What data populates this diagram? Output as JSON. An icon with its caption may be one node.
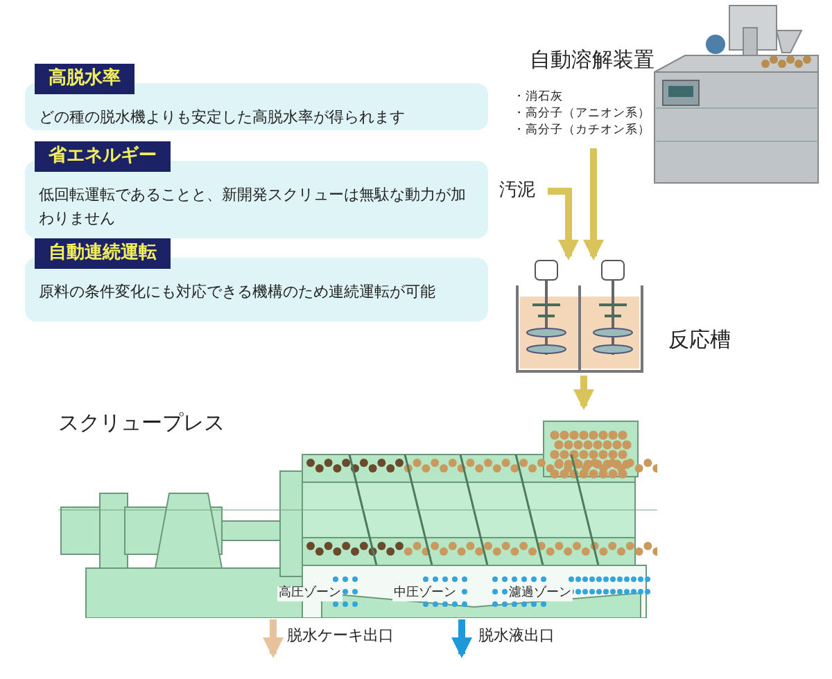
{
  "diagram": {
    "nodes": [
      {
        "text": [
          "高脱水率",
          "どの種の脱水機よりも安定した高脱水率が得られます"
        ]
      },
      {
        "text": [
          "省エネルギー",
          "低回転運転であることと、新開発スクリューは無駄な動力が加わりません"
        ]
      },
      {
        "text": [
          "自動連続運転",
          "原料の条件変化にも対応できる機構のため連続運転が可能"
        ]
      },
      {
        "text": [
          "自動溶解装置"
        ]
      },
      {
        "text": [
          "・消石灰",
          "・高分子（アニオン系）",
          "・高分子（カチオン系）"
        ]
      },
      {
        "text": [
          "汚泥"
        ]
      },
      {
        "text": [
          "反応槽"
        ]
      },
      {
        "text": [
          "スクリュープレス"
        ]
      }
    ],
    "edges": [
      {
        "from": 4,
        "to": 6,
        "arrow": "to"
      },
      {
        "from": 5,
        "to": 6,
        "arrow": "to"
      },
      {
        "from": 6,
        "to": 7,
        "arrow": "to"
      },
      {
        "from": 7,
        "to": null,
        "arrow": "to",
        "label": "脱水ケーキ出口",
        "color": "#e8c29c"
      },
      {
        "from": 7,
        "to": null,
        "arrow": "to",
        "label": "脱水液出口",
        "color": "#1e9ad8"
      }
    ],
    "labels": [
      "高圧ゾーン",
      "中圧ゾーン",
      "濾過ゾーン"
    ]
  }
}
